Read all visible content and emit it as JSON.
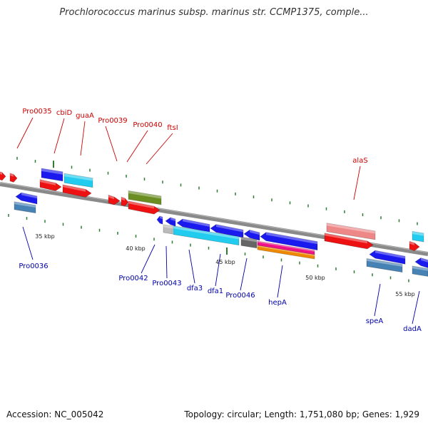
{
  "title": "Prochlorococcus marinus subsp. marinus str. CCMP1375, comple...",
  "footer": {
    "accession": "Accession: NC_005042",
    "topology": "Topology: circular; Length: 1,751,080 bp; Genes: 1,929"
  },
  "colors": {
    "backbone": "#8a8a8a",
    "tick": "#2e7d32",
    "forward_label": "#cc0000",
    "reverse_label": "#0000aa",
    "red": "#ee1111",
    "blue": "#1a1aee",
    "cyan": "#22ccee",
    "olive": "#6b8e23",
    "pink": "#ee8888",
    "steel": "#4682b4",
    "gray": "#666666",
    "lightgray": "#bbbbbb",
    "magenta": "#ee1188",
    "orange": "#ee8800"
  },
  "diagram": {
    "scale_labels": [
      "35 kbp",
      "40 kbp",
      "45 kbp",
      "50 kbp",
      "55 kbp"
    ],
    "forward_labels": [
      "Pro0035",
      "cbiD",
      "guaA",
      "Pro0039",
      "Pro0040",
      "ftsI",
      "alaS"
    ],
    "reverse_labels": [
      "Pro0036",
      "Pro0042",
      "Pro0043",
      "dfa3",
      "dfa1",
      "Pro0046",
      "hepA",
      "speA",
      "dadA"
    ]
  }
}
